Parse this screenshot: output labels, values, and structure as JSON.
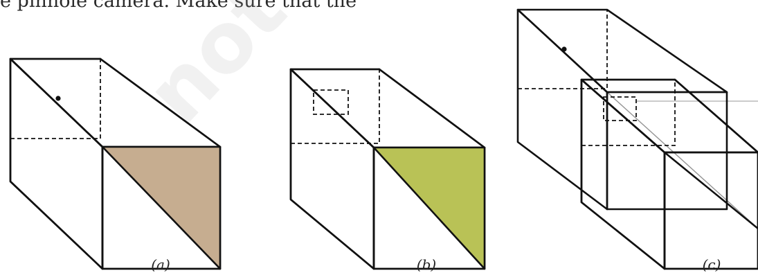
{
  "header": {
    "text": "e pinhole camera. Make sure that the"
  },
  "watermark": {
    "text": "not to"
  },
  "figures": [
    {
      "caption": "(a)"
    },
    {
      "caption": "(b)"
    },
    {
      "caption": "(c)"
    }
  ],
  "colors": {
    "outer_box_side": "#d99a6e",
    "outer_box_top": "#f0d5bb",
    "outer_box_front": "#dcc3a6",
    "inner_box_side": "#c8bb2c",
    "inner_box_top": "#e1e28a",
    "inner_box_front": "#c6cf64",
    "screen": "#b3c2c4",
    "outline": "#111111"
  }
}
